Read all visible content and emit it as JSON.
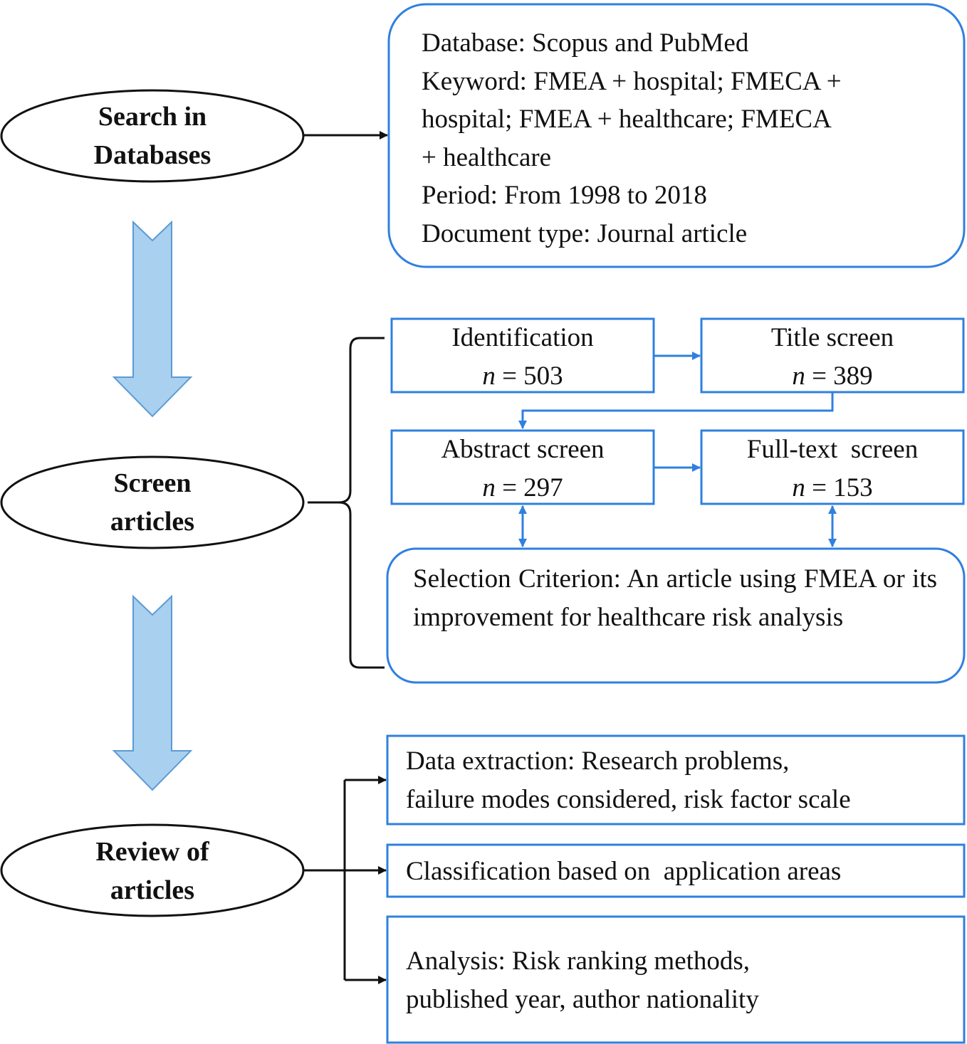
{
  "stages": [
    {
      "line1": "Search in",
      "line2": "Databases"
    },
    {
      "line1": "Screen",
      "line2": "articles"
    },
    {
      "line1": "Review of",
      "line2": "articles"
    }
  ],
  "search_box": {
    "lines": [
      "Database: Scopus and PubMed",
      "Keyword: FMEA + hospital; FMECA +",
      "hospital; FMEA + healthcare; FMECA",
      "+ healthcare",
      "Period: From 1998 to 2018",
      "Document type: Journal article"
    ]
  },
  "screening": {
    "identification": {
      "label": "Identification",
      "n_symbol": "n",
      "count": "= 503"
    },
    "title_screen": {
      "label": "Title screen",
      "n_symbol": "n",
      "count": "= 389"
    },
    "abstract_screen": {
      "label": "Abstract screen",
      "n_symbol": "n",
      "count": "= 297"
    },
    "fulltext_screen": {
      "label": "Full-text  screen",
      "n_symbol": "n",
      "count": "= 153"
    },
    "criterion": "Selection Criterion: An article using FMEA or its improvement for healthcare risk analysis"
  },
  "review": {
    "data_extraction": [
      "Data extraction: Research problems,",
      "failure modes considered, risk factor scale"
    ],
    "classification": "Classification based on  application areas",
    "analysis": [
      "Analysis: Risk ranking methods,",
      "published year, author nationality"
    ]
  },
  "colors": {
    "blue_stroke": "#2f80e0",
    "arrow_fill": "#a9d0ee",
    "arrow_stroke": "#5b9bd5",
    "black": "#111111"
  }
}
